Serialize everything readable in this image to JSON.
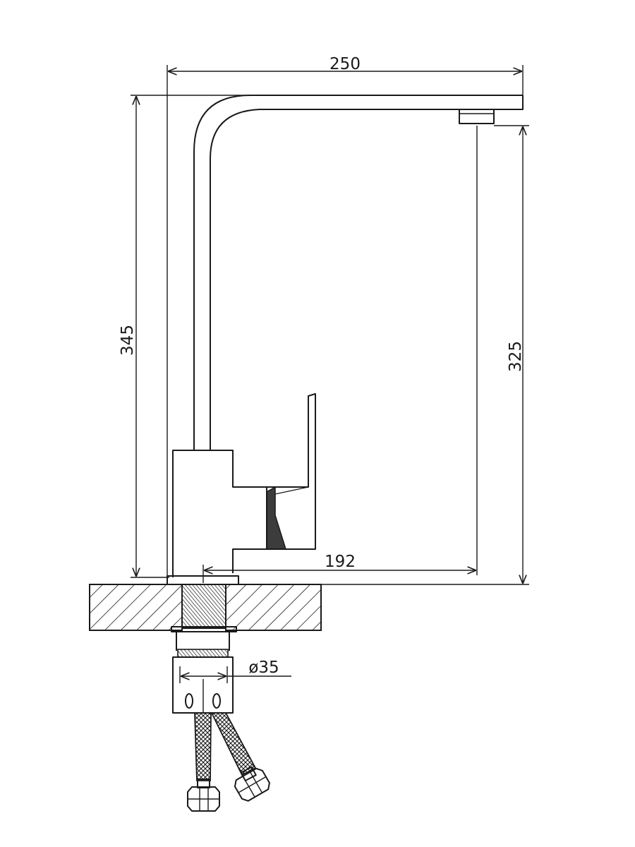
{
  "dimensions": {
    "overall_length": "250",
    "overall_height": "345",
    "spout_height": "325",
    "spout_reach": "192",
    "shank_diameter": "ø35"
  },
  "colors": {
    "line": "#1a1a1a",
    "background": "#ffffff"
  }
}
